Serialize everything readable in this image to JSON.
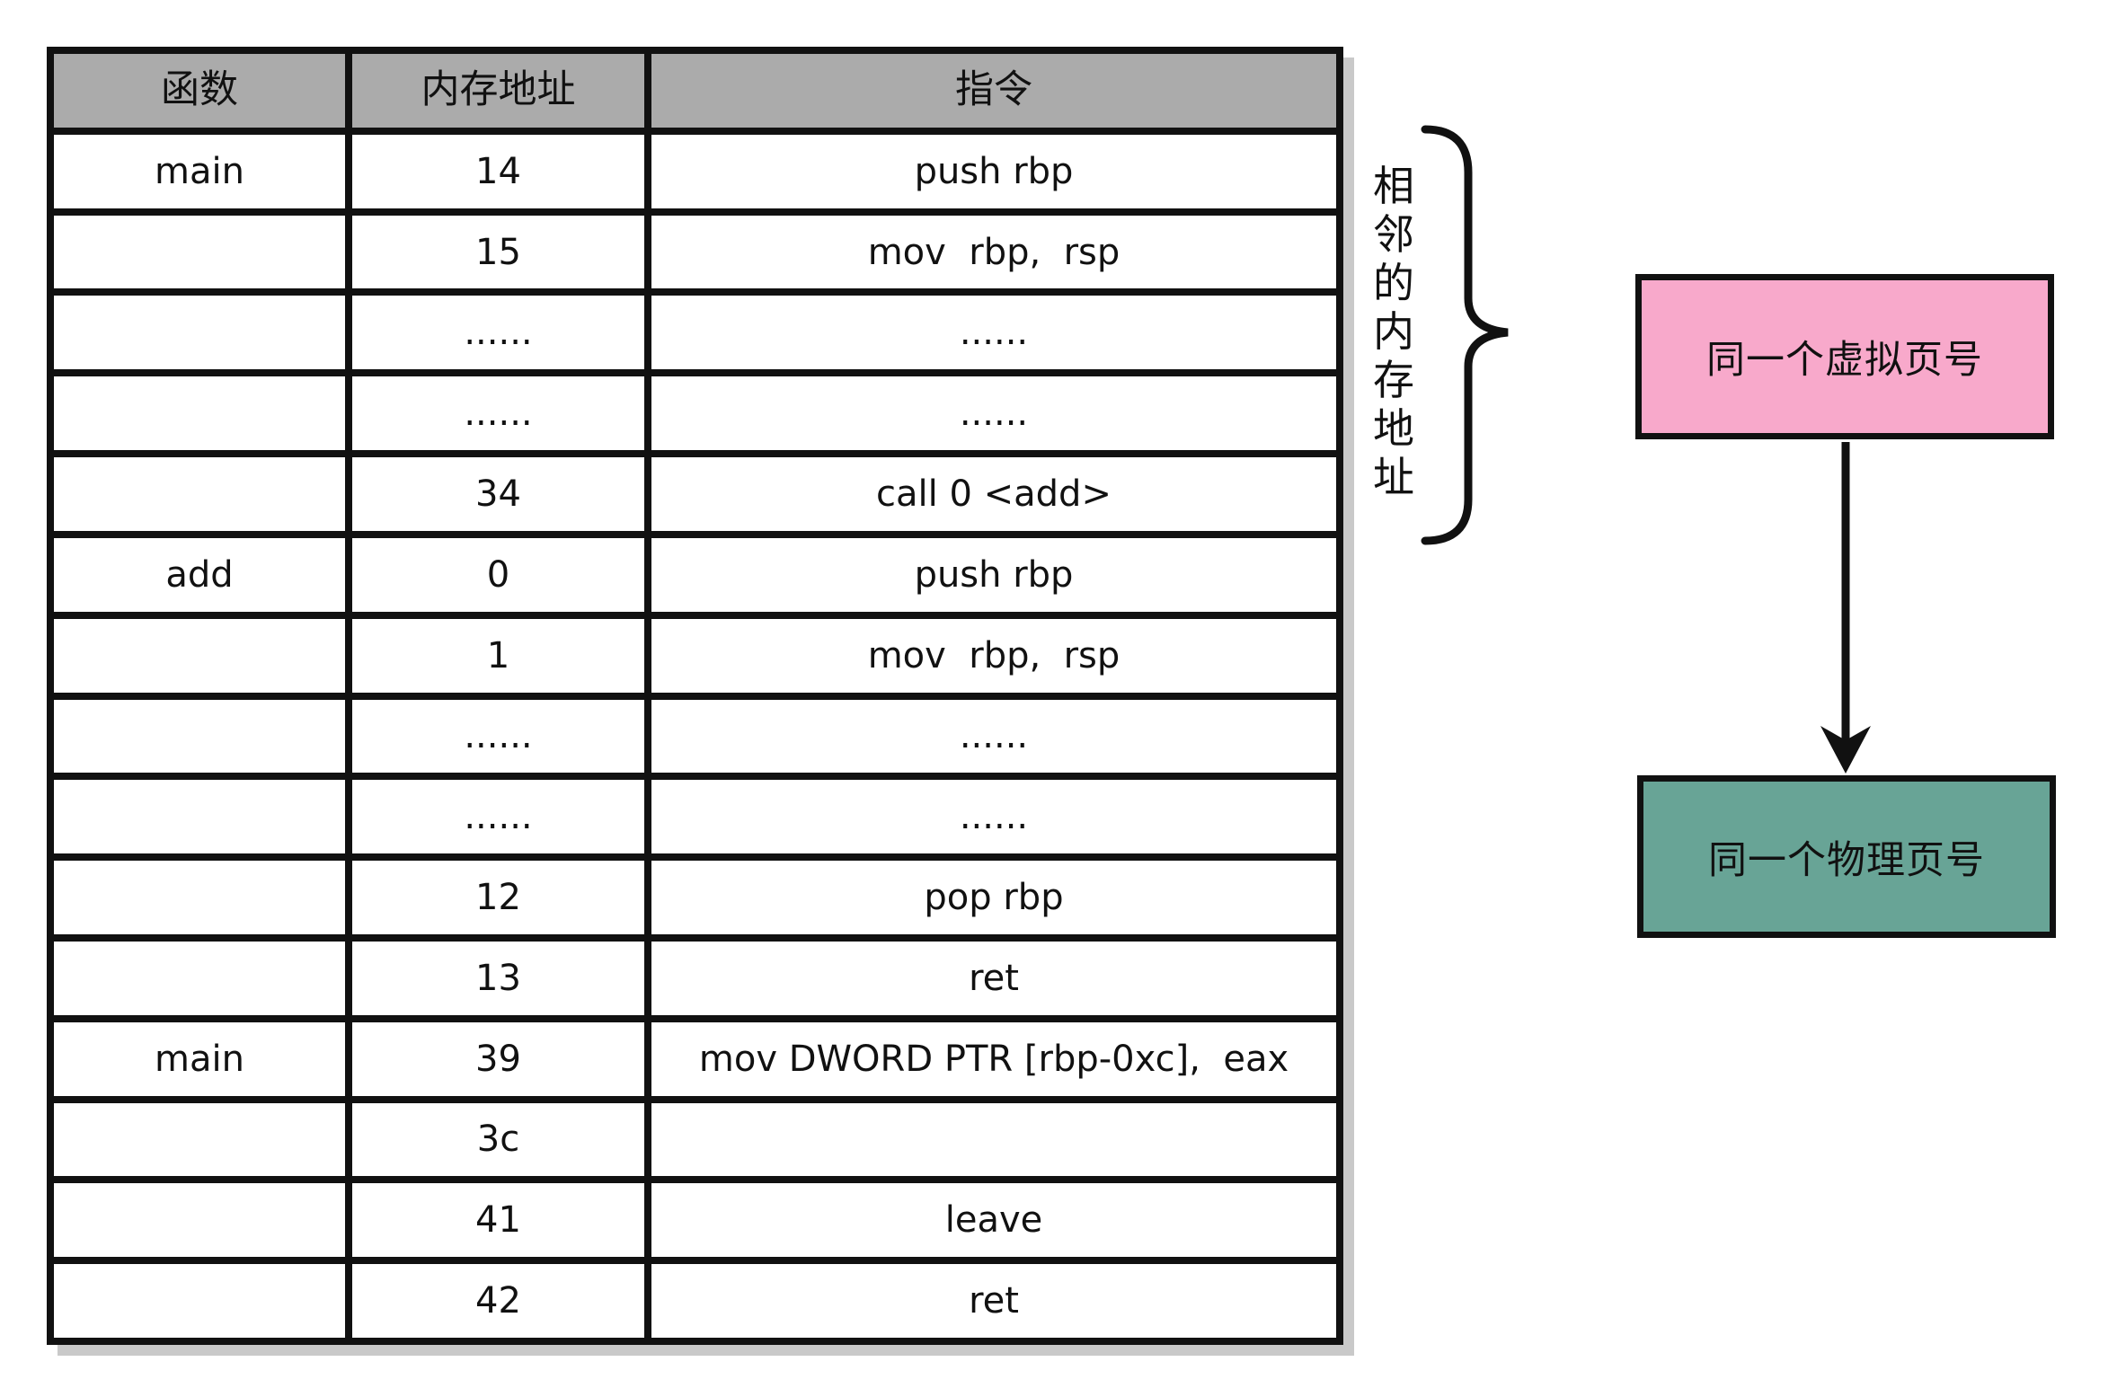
{
  "table": {
    "headers": [
      "函数",
      "内存地址",
      "指令"
    ],
    "rows": [
      {
        "func": "main",
        "addr": "14",
        "instr": "push rbp"
      },
      {
        "func": "",
        "addr": "15",
        "instr": "mov  rbp,  rsp"
      },
      {
        "func": "",
        "addr": "......",
        "instr": "......"
      },
      {
        "func": "",
        "addr": "......",
        "instr": "......"
      },
      {
        "func": "",
        "addr": "34",
        "instr": "call 0 <add>"
      },
      {
        "func": "add",
        "addr": "0",
        "instr": "push rbp"
      },
      {
        "func": "",
        "addr": "1",
        "instr": "mov  rbp,  rsp"
      },
      {
        "func": "",
        "addr": "......",
        "instr": "......"
      },
      {
        "func": "",
        "addr": "......",
        "instr": "......"
      },
      {
        "func": "",
        "addr": "12",
        "instr": "pop rbp"
      },
      {
        "func": "",
        "addr": "13",
        "instr": "ret"
      },
      {
        "func": "main",
        "addr": "39",
        "instr": "mov DWORD PTR [rbp-0xc],  eax"
      },
      {
        "func": "",
        "addr": "3c",
        "instr": ""
      },
      {
        "func": "",
        "addr": "41",
        "instr": "leave"
      },
      {
        "func": "",
        "addr": "42",
        "instr": "ret"
      }
    ]
  },
  "annotation": {
    "brace_label": "相邻的内存地址"
  },
  "flow": {
    "virtual_box_label": "同一个虚拟页号",
    "physical_box_label": "同一个物理页号"
  },
  "colors": {
    "header_bg": "#ababab",
    "table_border": "#111111",
    "table_shadow": "#c9c9c9",
    "virtual_box_bg": "#f8a9cb",
    "physical_box_bg": "#68a496"
  }
}
